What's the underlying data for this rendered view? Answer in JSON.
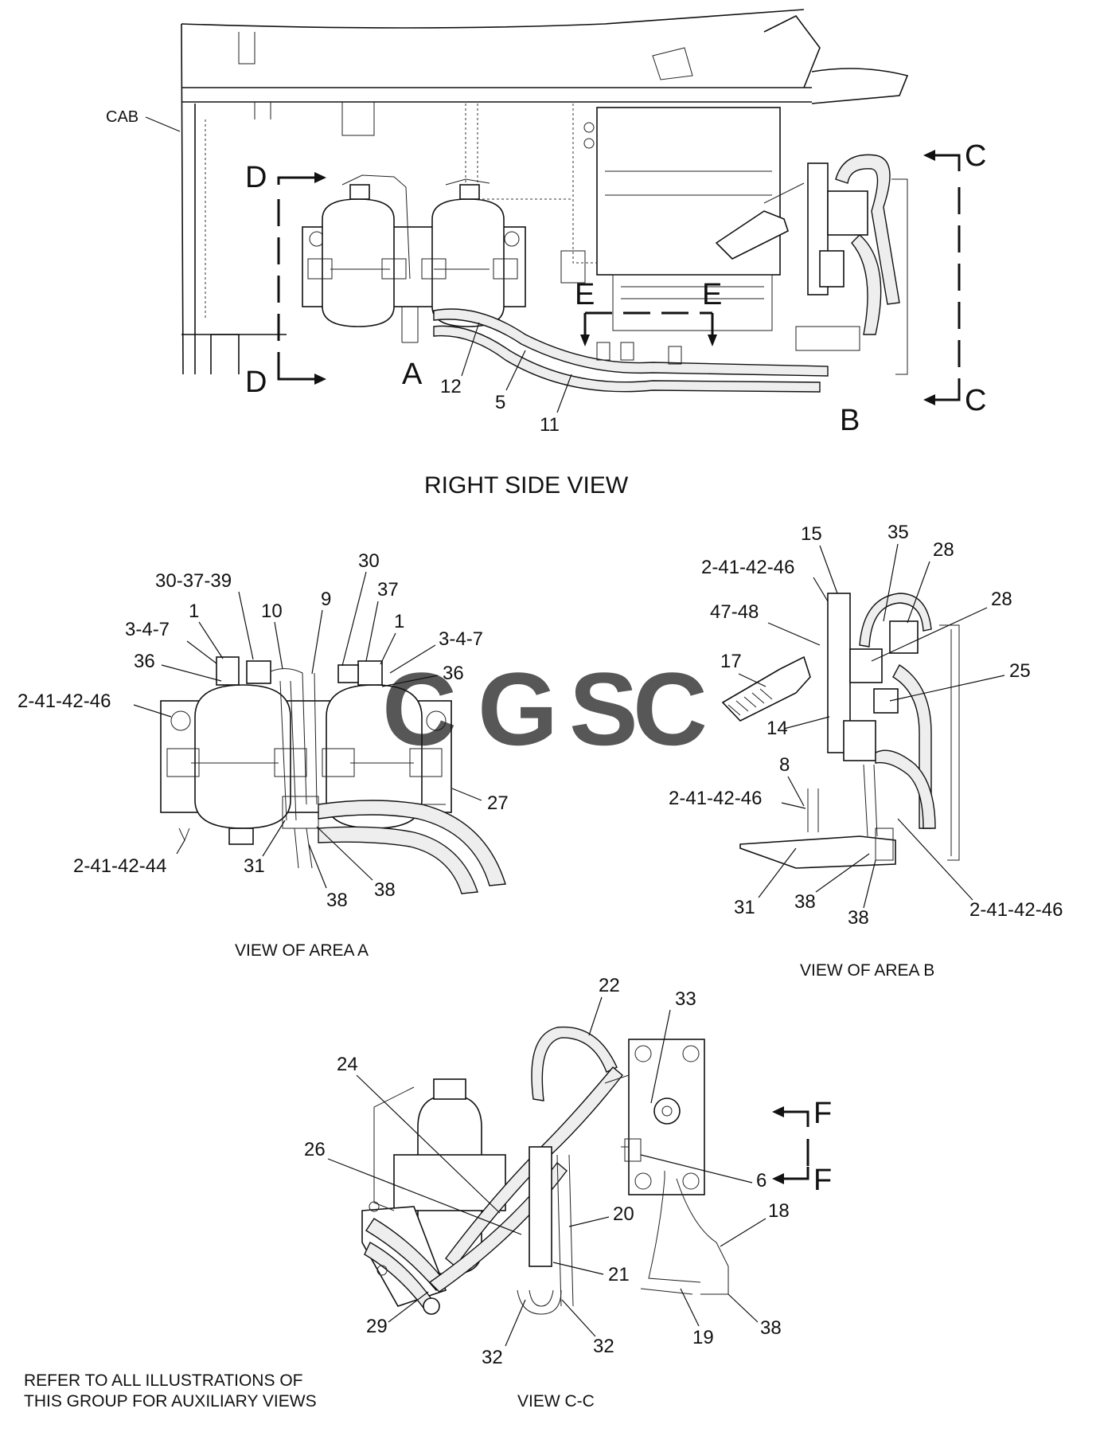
{
  "main_view": {
    "title": "RIGHT SIDE VIEW",
    "cab_label": "CAB",
    "section_markers": {
      "d_top": "D",
      "d_bottom": "D",
      "c_top": "C",
      "c_bottom": "C",
      "e_left": "E",
      "e_right": "E"
    },
    "area_labels": {
      "a": "A",
      "b": "B"
    },
    "callouts": {
      "c12": "12",
      "c5": "5",
      "c11": "11"
    }
  },
  "view_a": {
    "caption": "VIEW OF AREA A",
    "callouts": {
      "c30_37_39": "30-37-39",
      "c30": "30",
      "c1_left": "1",
      "c10": "10",
      "c9": "9",
      "c37": "37",
      "c1_right": "1",
      "c3_4_7_left": "3-4-7",
      "c3_4_7_right": "3-4-7",
      "c36_left": "36",
      "c36_right": "36",
      "c2_41_42_46": "2-41-42-46",
      "c27": "27",
      "c2_41_42_44": "2-41-42-44",
      "c31": "31",
      "c38_left": "38",
      "c38_right": "38"
    }
  },
  "view_b": {
    "caption": "VIEW OF AREA B",
    "callouts": {
      "c15": "15",
      "c35": "35",
      "c28_top": "28",
      "c28_mid": "28",
      "c2_41_42_46_top": "2-41-42-46",
      "c47_48": "47-48",
      "c17": "17",
      "c25": "25",
      "c14": "14",
      "c8": "8",
      "c2_41_42_46_mid": "2-41-42-46",
      "c31": "31",
      "c38_left": "38",
      "c38_right": "38",
      "c2_41_42_46_bottom": "2-41-42-46"
    }
  },
  "view_cc": {
    "caption": "VIEW C-C",
    "section_markers": {
      "f_top": "F",
      "f_bottom": "F"
    },
    "callouts": {
      "c22": "22",
      "c33": "33",
      "c24": "24",
      "c26": "26",
      "c6": "6",
      "c20": "20",
      "c18": "18",
      "c21": "21",
      "c29": "29",
      "c32_left": "32",
      "c32_right": "32",
      "c19": "19",
      "c38": "38"
    }
  },
  "footnote": {
    "line1": "REFER TO ALL ILLUSTRATIONS OF",
    "line2": "THIS GROUP FOR AUXILIARY VIEWS"
  },
  "watermark": {
    "letters": [
      "C",
      "G",
      "S",
      "C"
    ],
    "colors": {
      "c1": "#4a8fe7",
      "g": "#f0625a",
      "s": "#f7d154",
      "c2": "#3aa373"
    }
  }
}
